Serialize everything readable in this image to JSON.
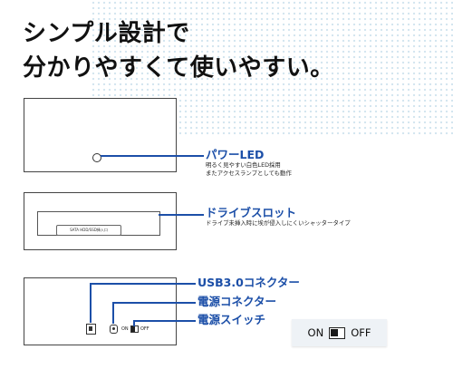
{
  "headline": {
    "line1": "シンプル設計で",
    "line2": "分かりやすくて使いやすい。"
  },
  "slot_tab_label": "SATA HDD/SSD挿入口",
  "rear": {
    "switch_on": "ON",
    "switch_off": "OFF"
  },
  "callouts": {
    "led": {
      "title": "パワーLED",
      "desc1": "明るく見やすい白色LED採用",
      "desc2": "またアクセスランプとしても動作"
    },
    "slot": {
      "title": "ドライブスロット",
      "desc1": "ドライブ未挿入時に埃が侵入しにくいシャッタータイプ"
    },
    "usb": {
      "title": "USB3.0コネクター"
    },
    "power": {
      "title": "電源コネクター"
    },
    "switch": {
      "title": "電源スイッチ"
    }
  },
  "switch_badge": {
    "on": "ON",
    "off": "OFF"
  },
  "colors": {
    "accent": "#1c4fa8",
    "badge_bg": "#eef2f6"
  }
}
